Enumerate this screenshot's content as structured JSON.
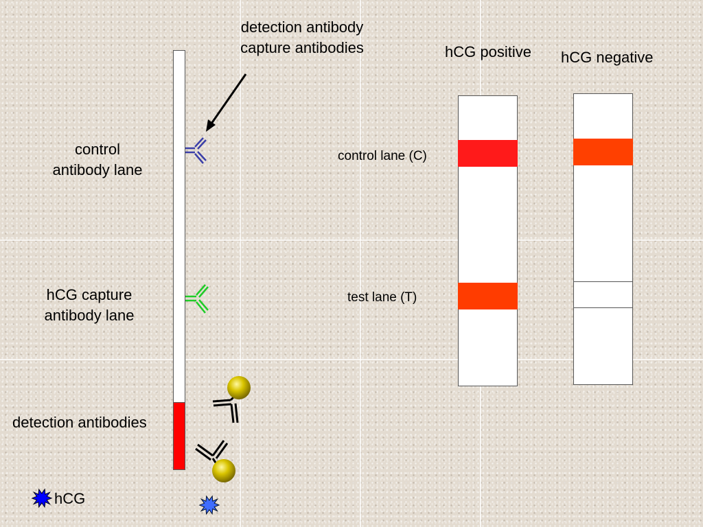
{
  "labels": {
    "top_line1": "detection antibody",
    "top_line2": "capture antibodies",
    "control_line1": "control",
    "control_line2": "antibody lane",
    "hcg_capture_line1": "hCG capture",
    "hcg_capture_line2": "antibody lane",
    "detection_antibodies": "detection antibodies",
    "hcg_legend": "hCG",
    "positive_title": "hCG positive",
    "negative_title": "hCG negative",
    "control_lane": "control lane (C)",
    "test_lane": "test lane (T)"
  },
  "colors": {
    "control_antibody": "#3b3fa8",
    "capture_antibody": "#1fcc28",
    "detection_pad": "#ff0000",
    "positive_control_band": "#ff1a1a",
    "test_band": "#ff3c00",
    "negative_control_band": "#ff4000",
    "hcg_dark": "#0000ff",
    "hcg_light": "#3f6dff",
    "gold_particle": "#c8b400"
  },
  "icons": [
    "arrow-icon",
    "antibody-icon",
    "gold-particle-icon",
    "hcg-molecule-icon"
  ]
}
